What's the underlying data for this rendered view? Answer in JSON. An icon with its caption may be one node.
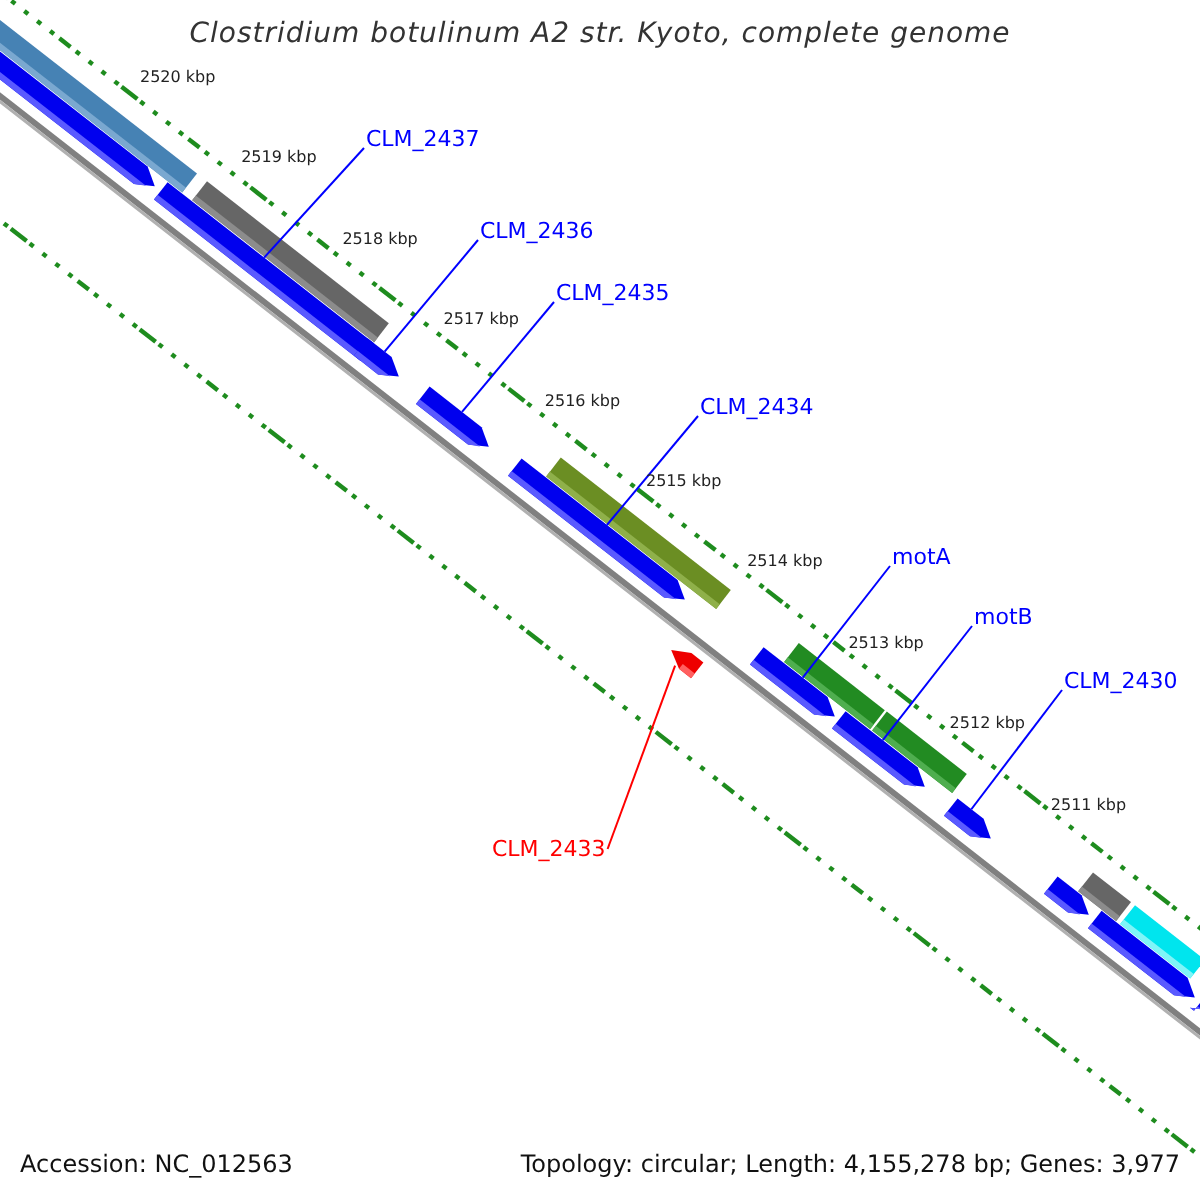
{
  "diagram": {
    "title": "Clostridium botulinum A2 str. Kyoto, complete genome",
    "nodes": [
      {
        "text": [
          "CLM_2437"
        ]
      },
      {
        "text": [
          "CLM_2436"
        ]
      },
      {
        "text": [
          "CLM_2435"
        ]
      },
      {
        "text": [
          "CLM_2434"
        ]
      },
      {
        "text": [
          "motA"
        ]
      },
      {
        "text": [
          "motB"
        ]
      },
      {
        "text": [
          "CLM_2430"
        ]
      },
      {
        "text": [
          "CLM_2433"
        ]
      },
      {
        "text": [],
        "shape": "bar"
      },
      {
        "text": [],
        "shape": "pentagon"
      },
      {
        "text": [],
        "shape": "pentagon"
      },
      {
        "text": [],
        "shape": "bar"
      },
      {
        "text": [],
        "shape": "pentagon"
      },
      {
        "text": [],
        "shape": "pentagon"
      },
      {
        "text": [],
        "shape": "pentagon"
      },
      {
        "text": [],
        "shape": "bar"
      },
      {
        "text": [],
        "shape": "pentagon"
      },
      {
        "text": [],
        "shape": "pentagon"
      },
      {
        "text": [],
        "shape": "bar"
      },
      {
        "text": [],
        "shape": "pentagon"
      },
      {
        "text": [],
        "shape": "bar"
      },
      {
        "text": [],
        "shape": "pentagon"
      },
      {
        "text": [],
        "shape": "pentagon"
      },
      {
        "text": [],
        "shape": "bar"
      },
      {
        "text": [],
        "shape": "pentagon"
      },
      {
        "text": [],
        "shape": "bar"
      },
      {
        "text": [],
        "shape": "pentagon"
      }
    ],
    "edges": [
      {
        "from": 0,
        "to": 10,
        "arrow": "none"
      },
      {
        "from": 1,
        "to": 12,
        "arrow": "none"
      },
      {
        "from": 2,
        "to": 13,
        "arrow": "none"
      },
      {
        "from": 3,
        "to": 14,
        "arrow": "none"
      },
      {
        "from": 4,
        "to": 17,
        "arrow": "none"
      },
      {
        "from": 5,
        "to": 19,
        "arrow": "none"
      },
      {
        "from": 6,
        "to": 21,
        "arrow": "none"
      },
      {
        "from": 7,
        "to": 16,
        "arrow": "none",
        "color": "#ff0000"
      }
    ],
    "labels": [
      "2520 kbp",
      "2519 kbp",
      "2518 kbp",
      "2517 kbp",
      "2516 kbp",
      "2515 kbp",
      "2514 kbp",
      "2513 kbp",
      "2512 kbp",
      "2511 kbp",
      "Accession: NC_012563",
      "Topology: circular; Length: 4,155,278 bp; Genes: 3,977"
    ]
  }
}
